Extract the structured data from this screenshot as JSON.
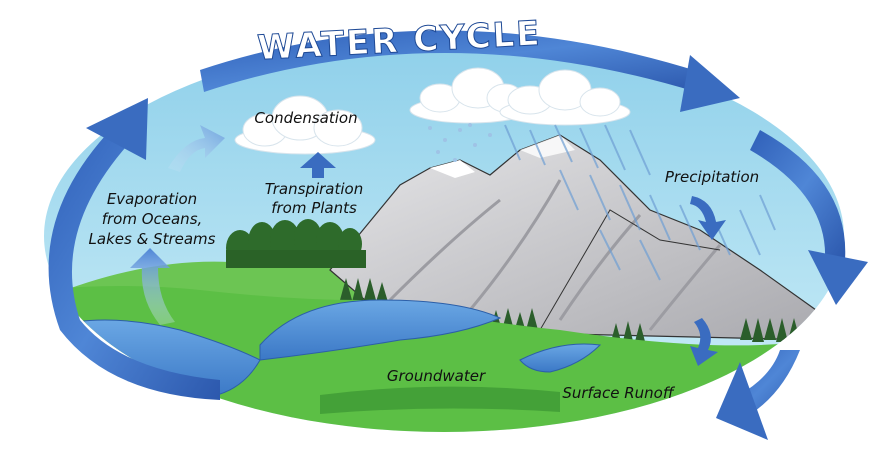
{
  "title": "WATER CYCLE",
  "labels": {
    "condensation": "Condensation",
    "transpiration_line1": "Transpiration",
    "transpiration_line2": "from Plants",
    "evaporation_line1": "Evaporation",
    "evaporation_line2": "from Oceans,",
    "evaporation_line3": "Lakes & Streams",
    "precipitation": "Precipitation",
    "groundwater": "Groundwater",
    "surface_runoff": "Surface Runoff"
  },
  "colors": {
    "sky": "#a9dcef",
    "arrow_blue": "#3d6fc2",
    "arrow_light": "#8fb8e6",
    "grass": "#5cbf45",
    "grass_dark": "#3f9a34",
    "water": "#4d8fd6",
    "mountain": "#c9c9cc",
    "tree": "#2e6b2b",
    "cloud": "#ffffff"
  }
}
